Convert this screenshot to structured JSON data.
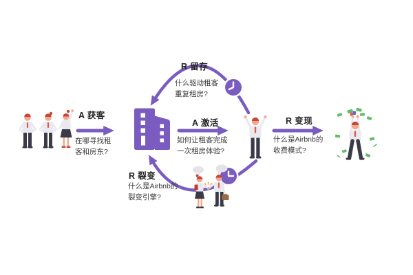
{
  "diagram": {
    "stages": {
      "acquisition": {
        "title": "A 获客",
        "question": "在哪寻找租\n客和房东?"
      },
      "retention": {
        "title": "R 留存",
        "question": "什么驱动租客\n重复租房?"
      },
      "activation": {
        "title": "A 激活",
        "question": "如何让租客完成\n一次租房体验?"
      },
      "revenue": {
        "title": "R 变现",
        "question": "什么是Airbnb的\n收费模式?"
      },
      "referral": {
        "title": "R 裂变",
        "question": "什么是Airbnb的\n裂变引擎?"
      }
    }
  },
  "icons": {
    "building": "building-icon",
    "retention_clock": "clock-icon",
    "referral_clock": "clock-icon",
    "acquisition_arrow": "arrow-right-icon",
    "activation_arrow": "arrow-right-icon",
    "revenue_arrow": "arrow-right-icon",
    "retention_arc": "curved-arrow-icon",
    "referral_arc": "curved-arrow-icon",
    "team": "people-group-illustration",
    "cheering_person": "cheering-person-illustration",
    "handshake": "handshake-people-illustration",
    "money_person": "person-with-money-illustration",
    "speech_bubbles": "speech-bubble-icon"
  },
  "colors": {
    "accent": "#7A5CC0",
    "ink": "#222222",
    "skin": "#F2A98E",
    "hair": "#C7473B",
    "shirt": "#E9E9EF",
    "suit": "#3B3B48",
    "tie": "#E2574C",
    "money": "#66BB6A",
    "bubble": "#E3E3E8",
    "case": "#9A6A45",
    "folder": "#C0392B",
    "cash_accent": "#5A6BBF",
    "spark": "#F6A340"
  }
}
